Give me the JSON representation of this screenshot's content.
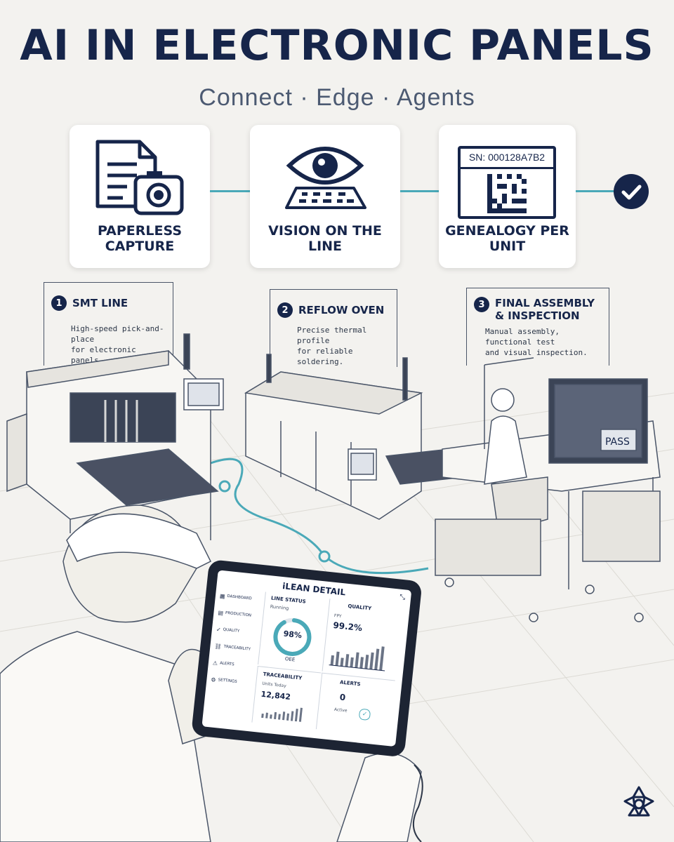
{
  "header": {
    "title": "AI IN ELECTRONIC PANELS",
    "subtitle": "Connect · Edge · Agents"
  },
  "features": [
    {
      "label": "PAPERLESS CAPTURE",
      "icon": "document-camera-icon"
    },
    {
      "label": "VISION ON THE LINE",
      "icon": "eye-circuit-icon"
    },
    {
      "label": "GENEALOGY PER UNIT",
      "icon": "serial-barcode-icon",
      "serial": "SN: 000128A7B2"
    }
  ],
  "stations": [
    {
      "number": "1",
      "title": "SMT LINE",
      "desc_line1": "High-speed pick-and-place",
      "desc_line2": "for electronic panels."
    },
    {
      "number": "2",
      "title": "REFLOW OVEN",
      "desc_line1": "Precise thermal profile",
      "desc_line2": "for reliable soldering."
    },
    {
      "number": "3",
      "title_line1": "FINAL ASSEMBLY",
      "title_line2": "& INSPECTION",
      "desc_line1": "Manual assembly, functional test",
      "desc_line2": "and visual inspection."
    }
  ],
  "monitor": {
    "pass_label": "PASS"
  },
  "tablet": {
    "app_title": "iLEAN DETAIL",
    "nav": [
      "DASHBOARD",
      "PRODUCTION",
      "QUALITY",
      "TRACEABILITY",
      "ALERTS",
      "SETTINGS"
    ],
    "line_status": {
      "title": "LINE STATUS",
      "state": "Running",
      "oee_value": "98%",
      "oee_label": "OEE",
      "oee_fraction": 0.98
    },
    "quality": {
      "title": "QUALITY",
      "metric_label": "FPY",
      "metric_value": "99.2%"
    },
    "traceability": {
      "title": "TRACEABILITY",
      "metric_label": "Units Today",
      "metric_value": "12,842"
    },
    "alerts": {
      "title": "ALERTS",
      "count": "0",
      "label": "Active"
    }
  },
  "colors": {
    "navy": "#16254a",
    "teal": "#4aa9b8",
    "background": "#f3f2ef"
  }
}
